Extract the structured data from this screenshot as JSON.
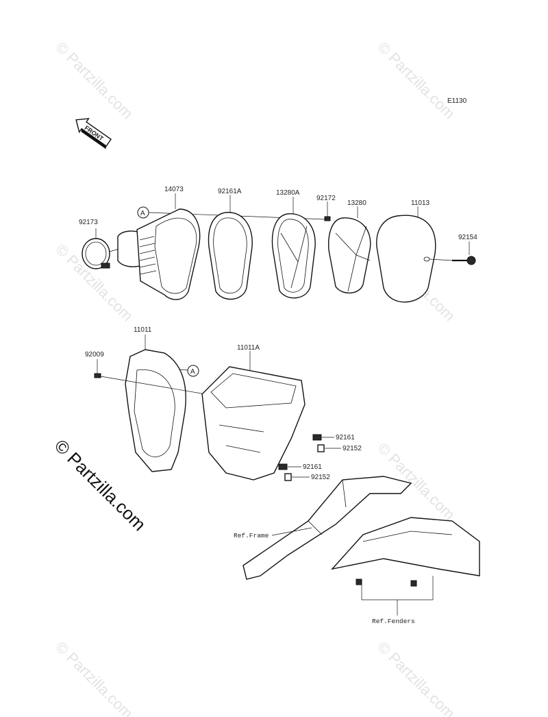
{
  "diagram_code": "E1130",
  "front_label": "FRONT",
  "watermark_text": "© Partzilla.com",
  "callouts": {
    "a1": "A",
    "a2": "A"
  },
  "part_numbers": {
    "p14073": "14073",
    "p92161a": "92161A",
    "p13280a": "13280A",
    "p92172": "92172",
    "p13280": "13280",
    "p11013": "11013",
    "p92173": "92173",
    "p92154": "92154",
    "p11011": "11011",
    "p11011a": "11011A",
    "p92009": "92009",
    "p92161_1": "92161",
    "p92152_1": "92152",
    "p92161_2": "92161",
    "p92152_2": "92152"
  },
  "references": {
    "frame": "Ref.Frame",
    "fenders": "Ref.Fenders"
  }
}
